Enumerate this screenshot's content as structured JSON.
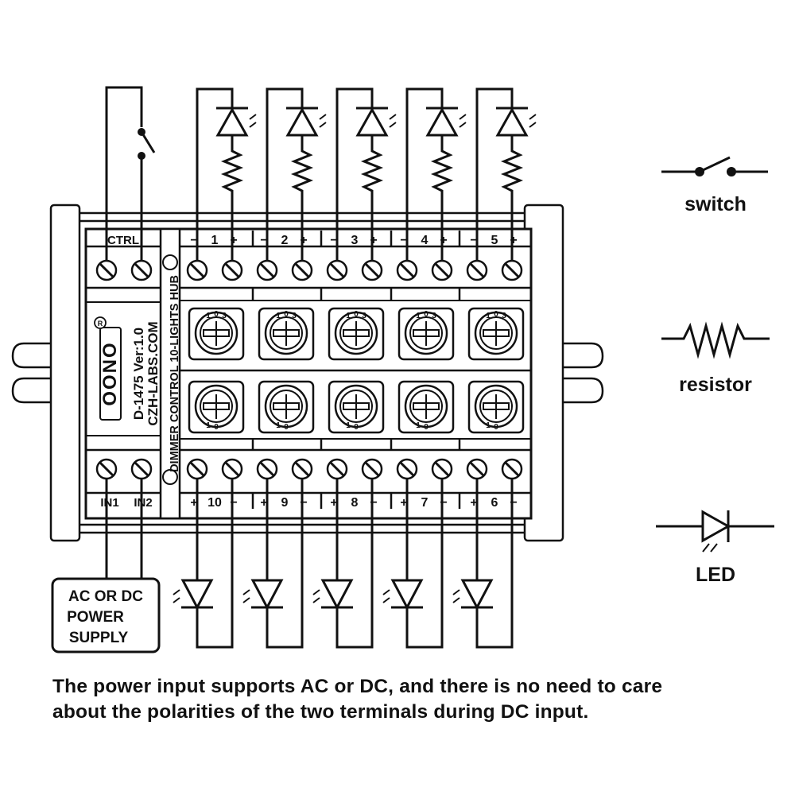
{
  "module": {
    "model": "D-1475 Ver:1.0",
    "website": "CZH-LABS.COM",
    "brand": "OONO",
    "trademark": "R",
    "title": "DIMMER CONTROL 10-LIGHTS HUB",
    "ctrl_label": "CTRL",
    "in1_label": "IN1",
    "in2_label": "IN2",
    "pot_marks": [
      "1",
      "0",
      "3"
    ]
  },
  "top_channels": [
    {
      "minus": "−",
      "num": "1",
      "plus": "+"
    },
    {
      "minus": "−",
      "num": "2",
      "plus": "+"
    },
    {
      "minus": "−",
      "num": "3",
      "plus": "+"
    },
    {
      "minus": "−",
      "num": "4",
      "plus": "+"
    },
    {
      "minus": "−",
      "num": "5",
      "plus": "+"
    }
  ],
  "bottom_channels": [
    {
      "plus": "+",
      "num": "10",
      "minus": "−"
    },
    {
      "plus": "+",
      "num": "9",
      "minus": "−"
    },
    {
      "plus": "+",
      "num": "8",
      "minus": "−"
    },
    {
      "plus": "+",
      "num": "7",
      "minus": "−"
    },
    {
      "plus": "+",
      "num": "6",
      "minus": "−"
    }
  ],
  "power_supply": {
    "line1": "AC OR DC",
    "line2": "POWER",
    "line3": "SUPPLY"
  },
  "legend": {
    "switch": "switch",
    "resistor": "resistor",
    "led": "LED"
  },
  "caption": {
    "line1": "The power input supports AC or DC, and there is no need to care",
    "line2": "about the polarities of the two terminals during DC input."
  },
  "colors": {
    "ink": "#111111",
    "paper": "#ffffff"
  }
}
